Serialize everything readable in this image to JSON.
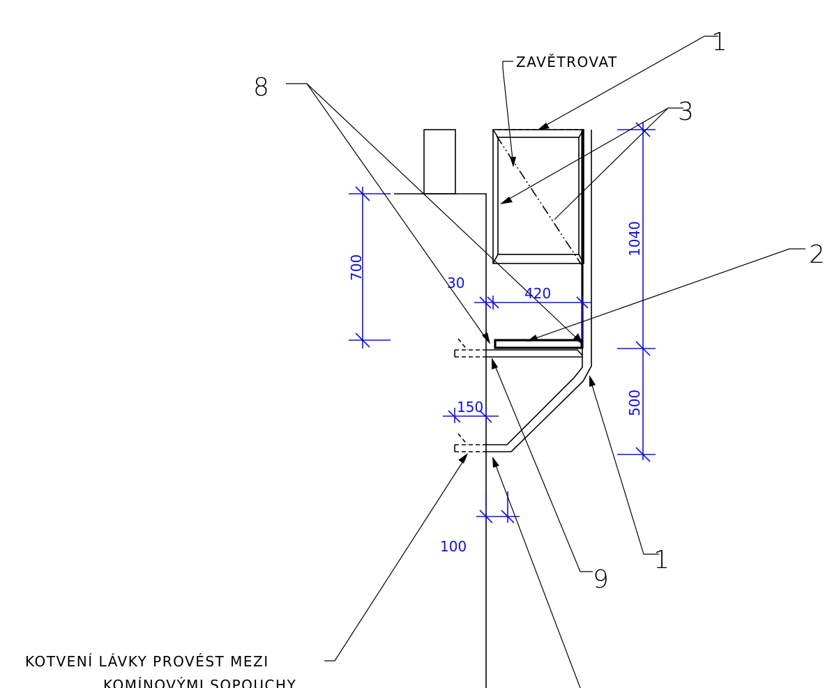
{
  "labels": {
    "zavetrovat": "ZAVĚTROVAT",
    "item_1_top": "1",
    "item_3": "3",
    "item_8": "8",
    "item_2": "2",
    "item_1_bottom": "1",
    "item_9": "9",
    "note_line1": "KOTVENÍ LÁVKY  PROVÉST MEZI",
    "note_line2": "KOMÍNOVÝMI SOPOUCHY"
  },
  "dimensions": {
    "d700": "700",
    "d30": "30",
    "d420": "420",
    "d1040": "1040",
    "d500": "500",
    "d150": "150",
    "d100": "100"
  },
  "colors": {
    "dimension": "#1010e0",
    "linework": "#000000",
    "background": "#ffffff"
  }
}
